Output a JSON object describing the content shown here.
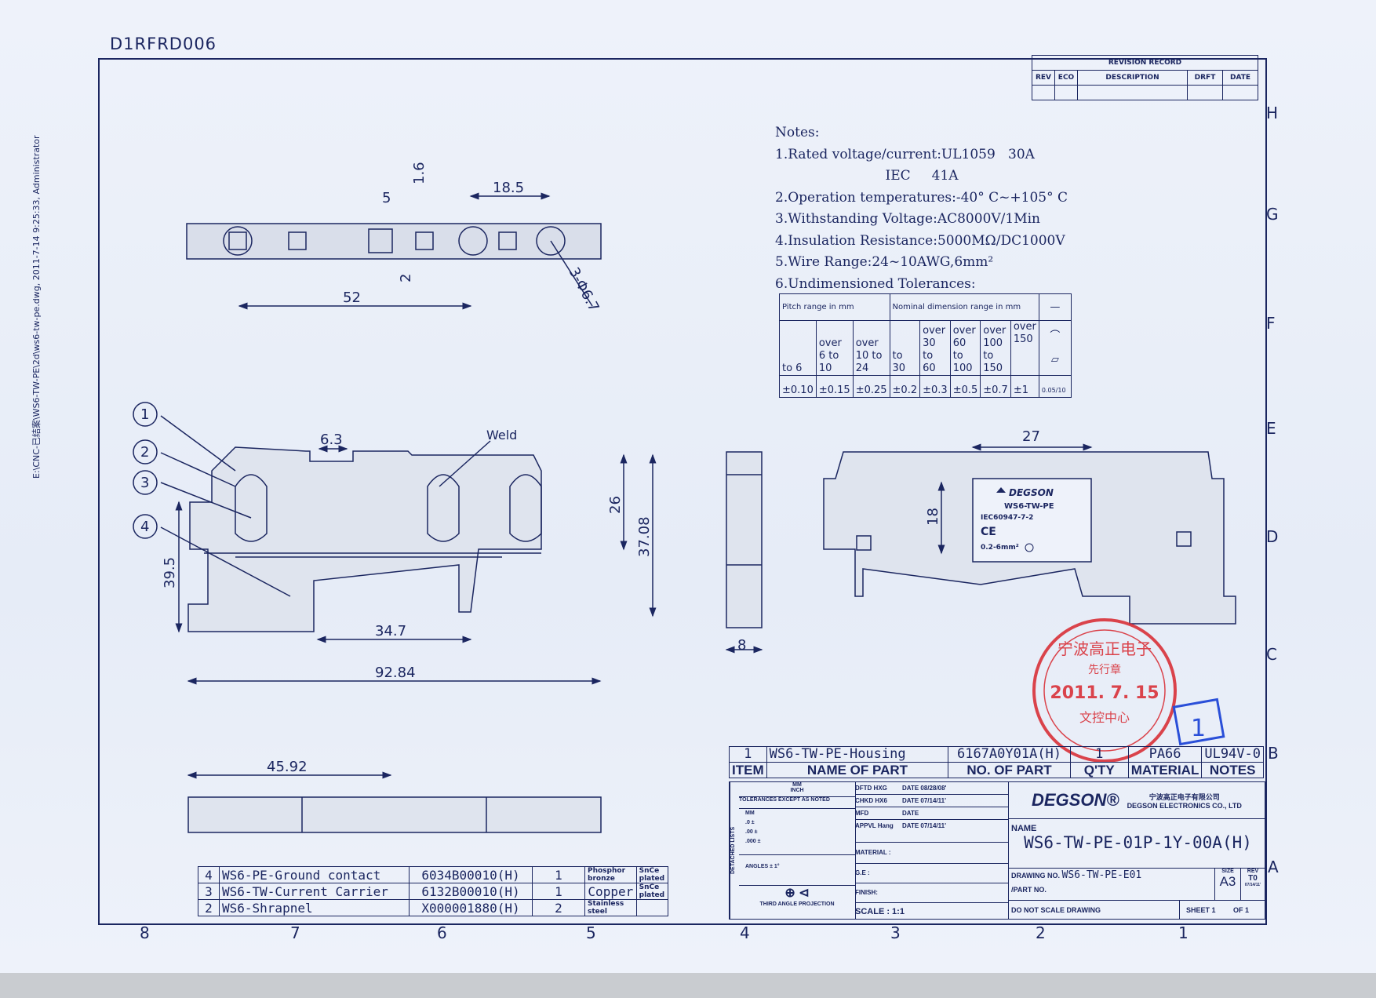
{
  "document_id": "D1RFRD006",
  "file_path": "E:\\CNC-已结案\\WS6-TW-PE\\2d\\ws6-tw-pe.dwg,  2011-7-14  9:25:33,  Administrator",
  "revision_record": {
    "title": "REVISION RECORD",
    "columns": [
      "REV",
      "ECO",
      "DESCRIPTION",
      "DRFT",
      "DATE"
    ]
  },
  "notes": {
    "title": "Notes:",
    "lines": [
      "1.Rated voltage/current:UL1059   30A",
      "                          IEC     41A",
      "2.Operation temperatures:-40° C~+105° C",
      "3.Withstanding Voltage:AC8000V/1Min",
      "4.Insulation Resistance:5000MΩ/DC1000V",
      "5.Wire Range:24~10AWG,6mm²",
      "6.Undimensioned Tolerances:"
    ]
  },
  "tolerance_table": {
    "pitch_header": "Pitch range in mm",
    "nominal_header": "Nominal dimension range in mm",
    "straightness_symbol": "—",
    "arc_symbol": "⌒",
    "flatness_symbol": "▱",
    "ranges": [
      "to 6",
      "over 6 to 10",
      "over 10 to 24",
      "to 30",
      "over 30 to 60",
      "over 60 to 100",
      "over 100 to 150",
      "over 150"
    ],
    "values": [
      "±0.10",
      "±0.15",
      "±0.25",
      "±0.2",
      "±0.3",
      "±0.5",
      "±0.7",
      "±1",
      "0.05/10"
    ]
  },
  "dimensions": {
    "top_view": [
      "5",
      "1.6",
      "18.5",
      "52",
      "2",
      "3-Φ6.7"
    ],
    "front_view": [
      "6.3",
      "Weld",
      "26",
      "37.08",
      "39.5",
      "34.7",
      "92.84"
    ],
    "side_view": [
      "8"
    ],
    "right_view": [
      "27",
      "18"
    ],
    "bottom_view": [
      "45.92"
    ]
  },
  "balloons": [
    "1",
    "2",
    "3",
    "4"
  ],
  "product_label": {
    "brand": "DEGSON",
    "model": "WS6-TW-PE",
    "standard": "IEC60947-7-2",
    "mark": "CE",
    "wire": "0.2-6mm²"
  },
  "parts_list": [
    {
      "item": "4",
      "name": "WS6-PE-Ground contact",
      "part_no": "6034B00010(H)",
      "qty": "1",
      "material": "Phosphor bronze",
      "notes": "SnCe plated"
    },
    {
      "item": "3",
      "name": "WS6-TW-Current Carrier",
      "part_no": "6132B00010(H)",
      "qty": "1",
      "material": "Copper",
      "notes": "SnCe plated"
    },
    {
      "item": "2",
      "name": "WS6-Shrapnel",
      "part_no": "X000001880(H)",
      "qty": "2",
      "material": "Stainless steel",
      "notes": ""
    }
  ],
  "item1": {
    "item": "1",
    "name": "WS6-TW-PE-Housing",
    "part_no": "6167A0Y01A(H)",
    "qty": "1",
    "material": "PA66",
    "notes": "UL94V-0"
  },
  "bom_headers": {
    "item": "ITEM",
    "name": "NAME OF PART",
    "part_no": "NO. OF PART",
    "qty": "Q'TY",
    "material": "MATERIAL",
    "notes": "NOTES"
  },
  "title_block": {
    "side_label": "DETACHED LISTS",
    "units": "MM",
    "units_sub": "INCH",
    "tolerances": "TOLERANCES EXCEPT AS NOTED",
    "tol_rows": [
      "MM",
      ".0 ±",
      ".00 ±",
      ".000 ±"
    ],
    "angles": "ANGLES ± 1°",
    "projection": "THIRD ANGLE PROJECTION",
    "drftd": "DFTD HXG",
    "drftd_date": "DATE 08/28/08'",
    "chkd": "CHKD HX6",
    "chkd_date": "DATE 07/14/11'",
    "mfd": "MFD",
    "mfd_date": "DATE",
    "apprvd": "APPVL Hang",
    "apprvd_date": "DATE 07/14/11'",
    "material": "MATERIAL :",
    "ge": "G.E :",
    "finish": "FINISH:",
    "scale": "SCALE : 1:1",
    "company_brand": "DEGSON®",
    "company_cn": "宁波高正电子有限公司",
    "company_en": "DEGSON ELECTRONICS CO., LTD",
    "name_label": "NAME",
    "name_value": "WS6-TW-PE-01P-1Y-00A(H)",
    "drawing_no_label": "DRAWING NO.",
    "drawing_no": "WS6-TW-PE-E01",
    "part_no_label": "/PART NO.",
    "size_label": "SIZE",
    "size": "A3",
    "rev_label": "REV",
    "rev": "T0",
    "rev_date": "07/14/11'",
    "do_not_scale": "DO NOT SCALE DRAWING",
    "sheet": "SHEET 1",
    "of": "OF 1"
  },
  "stamp": {
    "text_top": "宁波高正电子",
    "text_mid": "先行章",
    "date": "2011. 7. 15",
    "text_bottom": "文控中心",
    "color": "#d8262e"
  },
  "blue_box": {
    "text": "1",
    "color": "#2a4fd8"
  },
  "zones_columns": [
    "8",
    "7",
    "6",
    "5",
    "4",
    "3",
    "2",
    "1"
  ],
  "zones_rows": [
    "H",
    "G",
    "F",
    "E",
    "D",
    "C",
    "B",
    "A"
  ],
  "colors": {
    "ink": "#1b2660",
    "paper": "#e9eef7"
  }
}
